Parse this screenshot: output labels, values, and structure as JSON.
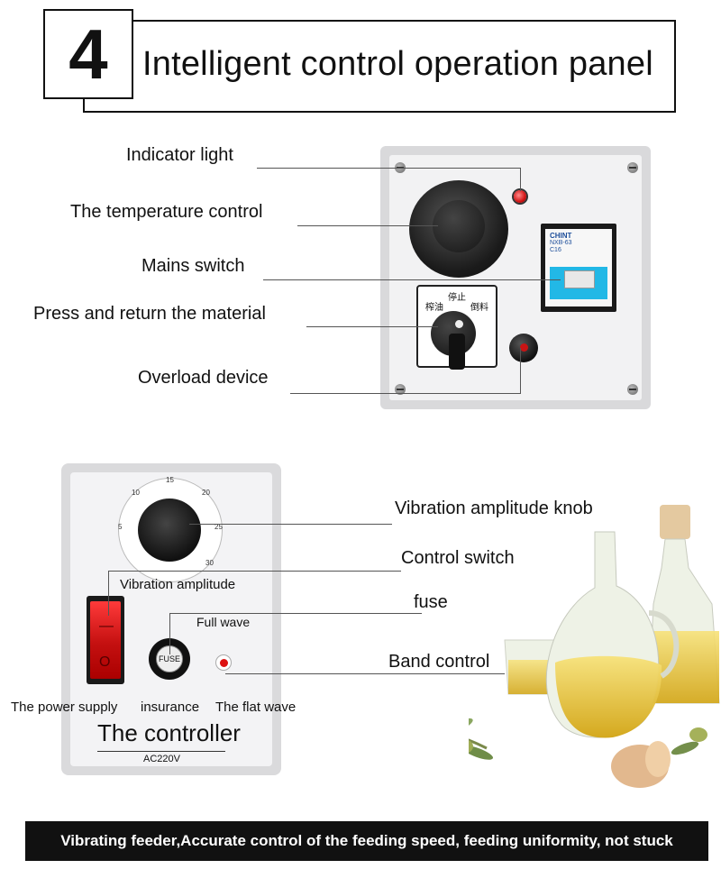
{
  "header": {
    "number": "4",
    "title": "Intelligent control operation panel"
  },
  "panel_top": {
    "callouts": [
      "Indicator light",
      "The temperature control",
      "Mains switch",
      "Press and return the material",
      "Overload device"
    ],
    "breaker_brand": "CHINT",
    "breaker_model": "NXB-63",
    "breaker_rating": "C16",
    "switch_labels": {
      "left": "榨油",
      "center": "停止",
      "right": "倒料"
    }
  },
  "panel_bottom": {
    "dial_ticks": [
      "5",
      "10",
      "15",
      "20",
      "25",
      "30"
    ],
    "vibration_amplitude": "Vibration amplitude",
    "full_wave": "Full wave",
    "power_supply": "The power supply",
    "insurance": "insurance",
    "flat_wave": "The flat wave",
    "title": "The controller",
    "voltage": "AC220V",
    "fuse_text": "FUSE",
    "rocker_on": "—",
    "rocker_off": "O",
    "callouts": [
      "Vibration amplitude knob",
      "Control switch",
      "fuse",
      "Band control"
    ]
  },
  "footer": {
    "text": "Vibrating feeder,Accurate control of the feeding speed, feeding uniformity, not stuck"
  },
  "colors": {
    "accent_red": "#d21414",
    "breaker_blue": "#22b8e6",
    "footer_bg": "#111111"
  }
}
